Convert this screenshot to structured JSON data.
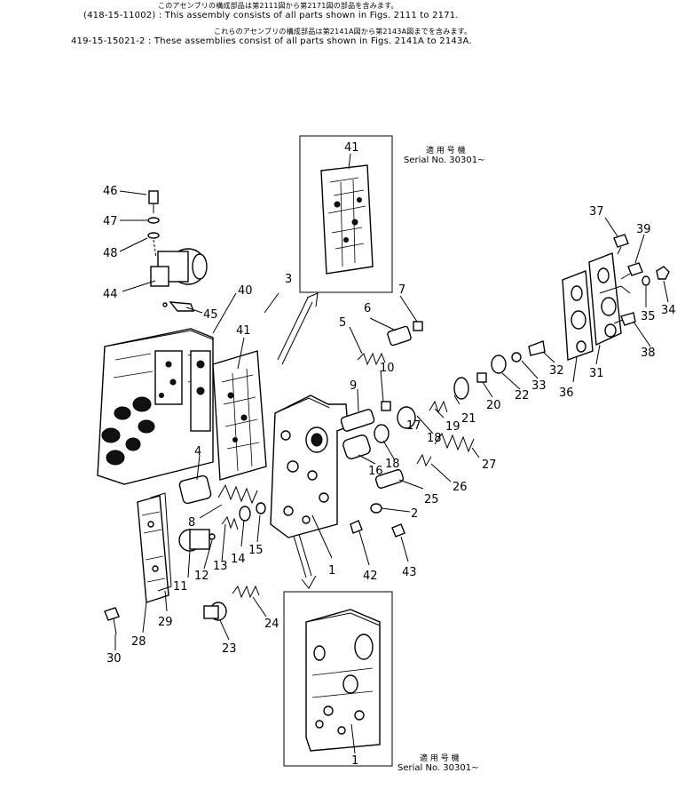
{
  "header": {
    "line1_jp": "このアセンブリの構成部品は第2111図から第2171図の部品を含みます。",
    "line2": "(418-15-11002) : This assembly consists of all parts shown in Figs. 2111 to 2171.",
    "line3_jp": "これらのアセンブリの構成部品は第2141A図から第2143A図までを含みます。",
    "line4": "419-15-15021-2 : These assemblies consist of all parts shown in Figs. 2141A to 2143A."
  },
  "insets": {
    "top_serial_jp": "適 用 号 機",
    "top_serial": "Serial No. 30301~",
    "bottom_serial_jp": "適 用 号 機",
    "bottom_serial": "Serial No. 30301~"
  },
  "callouts": {
    "c1": "1",
    "c1b": "1",
    "c2": "2",
    "c3": "3",
    "c4": "4",
    "c5": "5",
    "c6": "6",
    "c7": "7",
    "c8": "8",
    "c9": "9",
    "c10": "10",
    "c11": "11",
    "c12": "12",
    "c13": "13",
    "c14": "14",
    "c15": "15",
    "c16": "16",
    "c17": "17",
    "c18a": "18",
    "c18b": "18",
    "c19": "19",
    "c20": "20",
    "c21": "21",
    "c22": "22",
    "c23": "23",
    "c24": "24",
    "c25": "25",
    "c26": "26",
    "c27": "27",
    "c28": "28",
    "c29": "29",
    "c30": "30",
    "c31": "31",
    "c32": "32",
    "c33": "33",
    "c34": "34",
    "c35": "35",
    "c36": "36",
    "c37": "37",
    "c38": "38",
    "c39": "39",
    "c40": "40",
    "c41a": "41",
    "c41b": "41",
    "c42": "42",
    "c43": "43",
    "c44": "44",
    "c45": "45",
    "c46": "46",
    "c47": "47",
    "c48": "48"
  }
}
